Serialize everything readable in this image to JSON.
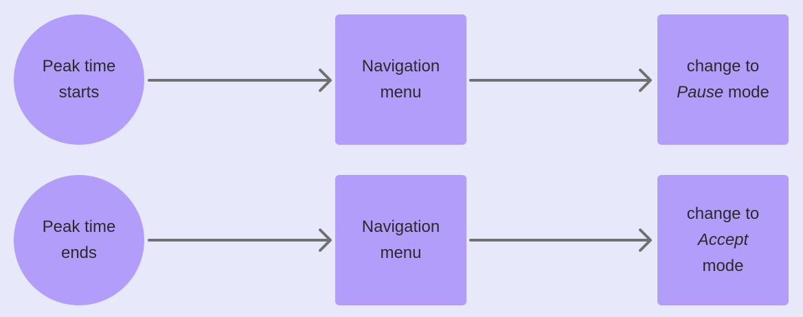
{
  "colors": {
    "background": "#e8e8fb",
    "node_fill": "#b39dfb",
    "arrow": "#707070",
    "text": "#2a2a2a"
  },
  "rows": [
    {
      "start": {
        "shape": "circle",
        "text": "Peak time starts"
      },
      "middle": {
        "shape": "rounded-rectangle",
        "text": "Navigation menu"
      },
      "end": {
        "shape": "rounded-rectangle",
        "text_before": "change to ",
        "text_emphasis": "Pause",
        "text_after": " mode"
      }
    },
    {
      "start": {
        "shape": "circle",
        "text": "Peak time ends"
      },
      "middle": {
        "shape": "rounded-rectangle",
        "text": "Navigation menu"
      },
      "end": {
        "shape": "rounded-rectangle",
        "text_before": "change to ",
        "text_emphasis": "Accept",
        "text_after": " mode"
      }
    }
  ],
  "edges": [
    {
      "from": "Peak time starts",
      "to": "Navigation menu"
    },
    {
      "from": "Navigation menu",
      "to": "change to Pause mode"
    },
    {
      "from": "Peak time ends",
      "to": "Navigation menu"
    },
    {
      "from": "Navigation menu",
      "to": "change to Accept mode"
    }
  ]
}
